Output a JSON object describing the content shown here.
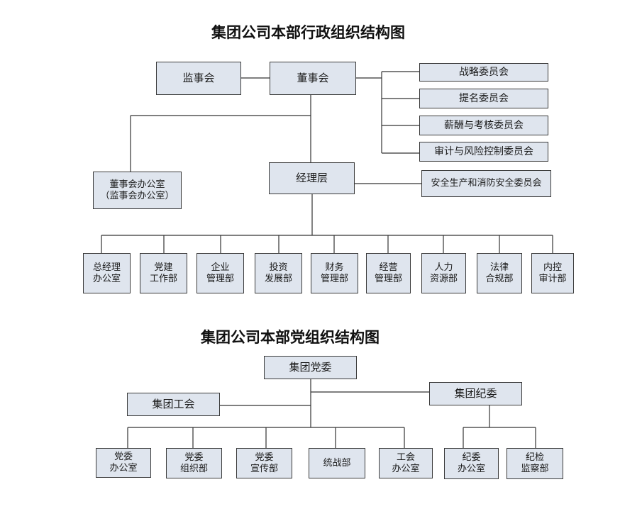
{
  "admin": {
    "title": "集团公司本部行政组织结构图",
    "supervisory_board": "监事会",
    "board_of_directors": "董事会",
    "committees": [
      "战略委员会",
      "提名委员会",
      "薪酬与考核委员会",
      "审计与风险控制委员会"
    ],
    "board_office": "董事会办公室\n（监事会办公室）",
    "management": "经理层",
    "safety_committee": "安全生产和消防安全委员会",
    "departments": [
      "总经理\n办公室",
      "党建\n工作部",
      "企业\n管理部",
      "投资\n发展部",
      "财务\n管理部",
      "经营\n管理部",
      "人力\n资源部",
      "法律\n合规部",
      "内控\n审计部"
    ]
  },
  "party": {
    "title": "集团公司本部党组织结构图",
    "party_committee": "集团党委",
    "trade_union": "集团工会",
    "discipline_committee": "集团纪委",
    "party_departments": [
      "党委\n办公室",
      "党委\n组织部",
      "党委\n宣传部",
      "统战部",
      "工会\n办公室"
    ],
    "discipline_departments": [
      "纪委\n办公室",
      "纪检\n监察部"
    ]
  }
}
